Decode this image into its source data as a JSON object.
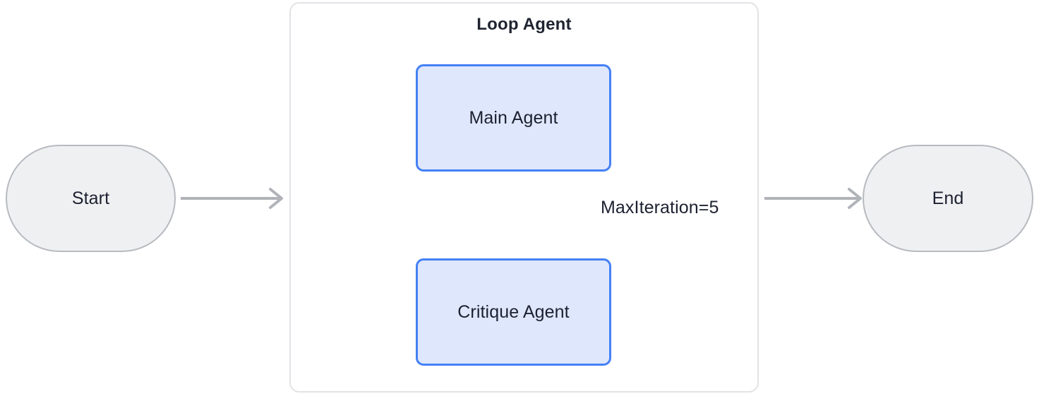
{
  "diagram": {
    "title_node": "Loop Agent",
    "nodes": [
      {
        "id": "start",
        "label": "Start",
        "shape": "stadium",
        "fill": "#eff0f2",
        "stroke": "#b7babf"
      },
      {
        "id": "main",
        "label": "Main Agent",
        "shape": "rounded-rect",
        "fill": "#dfe7fd",
        "stroke": "#4481f4"
      },
      {
        "id": "critique",
        "label": "Critique Agent",
        "shape": "rounded-rect",
        "fill": "#dfe7fd",
        "stroke": "#4481f4"
      },
      {
        "id": "end",
        "label": "End",
        "shape": "stadium",
        "fill": "#eff0f2",
        "stroke": "#b7babf"
      }
    ],
    "container": {
      "label": "Loop Agent",
      "fill": "#ffffff",
      "stroke": "#e2e3e6"
    },
    "edges": [
      {
        "from": "start",
        "to": "loop-container",
        "label": "",
        "arrow": "right"
      },
      {
        "from": "main",
        "to": "critique",
        "label": "",
        "arrow": "down"
      },
      {
        "from": "critique",
        "to": "main",
        "label": "MaxIteration=5",
        "arrow": "left"
      },
      {
        "from": "loop-container",
        "to": "end",
        "label": "",
        "arrow": "right"
      }
    ],
    "edge_color": "#b0b3b8",
    "text_color": "#1c2130",
    "background": "#ffffff"
  }
}
